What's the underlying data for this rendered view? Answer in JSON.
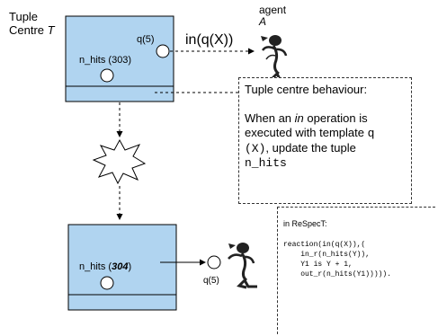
{
  "colors": {
    "box_fill": "#b0d4f0",
    "stroke": "#000000"
  },
  "tuple_centre": {
    "line1": "Tuple",
    "line2_prefix": "Centre ",
    "line2_italic": "T"
  },
  "agent": {
    "label": "agent",
    "name": "A"
  },
  "top_box": {
    "q_label": "q(5)",
    "hits_label": "n_hits (303)"
  },
  "operation": {
    "label": "in(q(X))"
  },
  "behaviour_note": {
    "title": "Tuple centre behaviour:",
    "p1_a": "When an ",
    "p1_em": "in",
    "p1_b": " operation is",
    "p2_a": "executed with template ",
    "p2_code": "q",
    "p3_code_a": "(X)",
    "p3_b": ", update the tuple",
    "p4_code": "n_hits"
  },
  "bottom_box": {
    "hits_prefix": "n_hits (",
    "hits_value": "304",
    "hits_suffix": ")"
  },
  "result_tuple": {
    "label": "q(5)"
  },
  "respect": {
    "title": "in ReSpecT:",
    "lines": [
      "reaction(in(q(X)),(",
      "    in_r(n_hits(Y)),",
      "    Y1 is Y + 1,",
      "    out_r(n_hits(Y1)))))."
    ]
  }
}
